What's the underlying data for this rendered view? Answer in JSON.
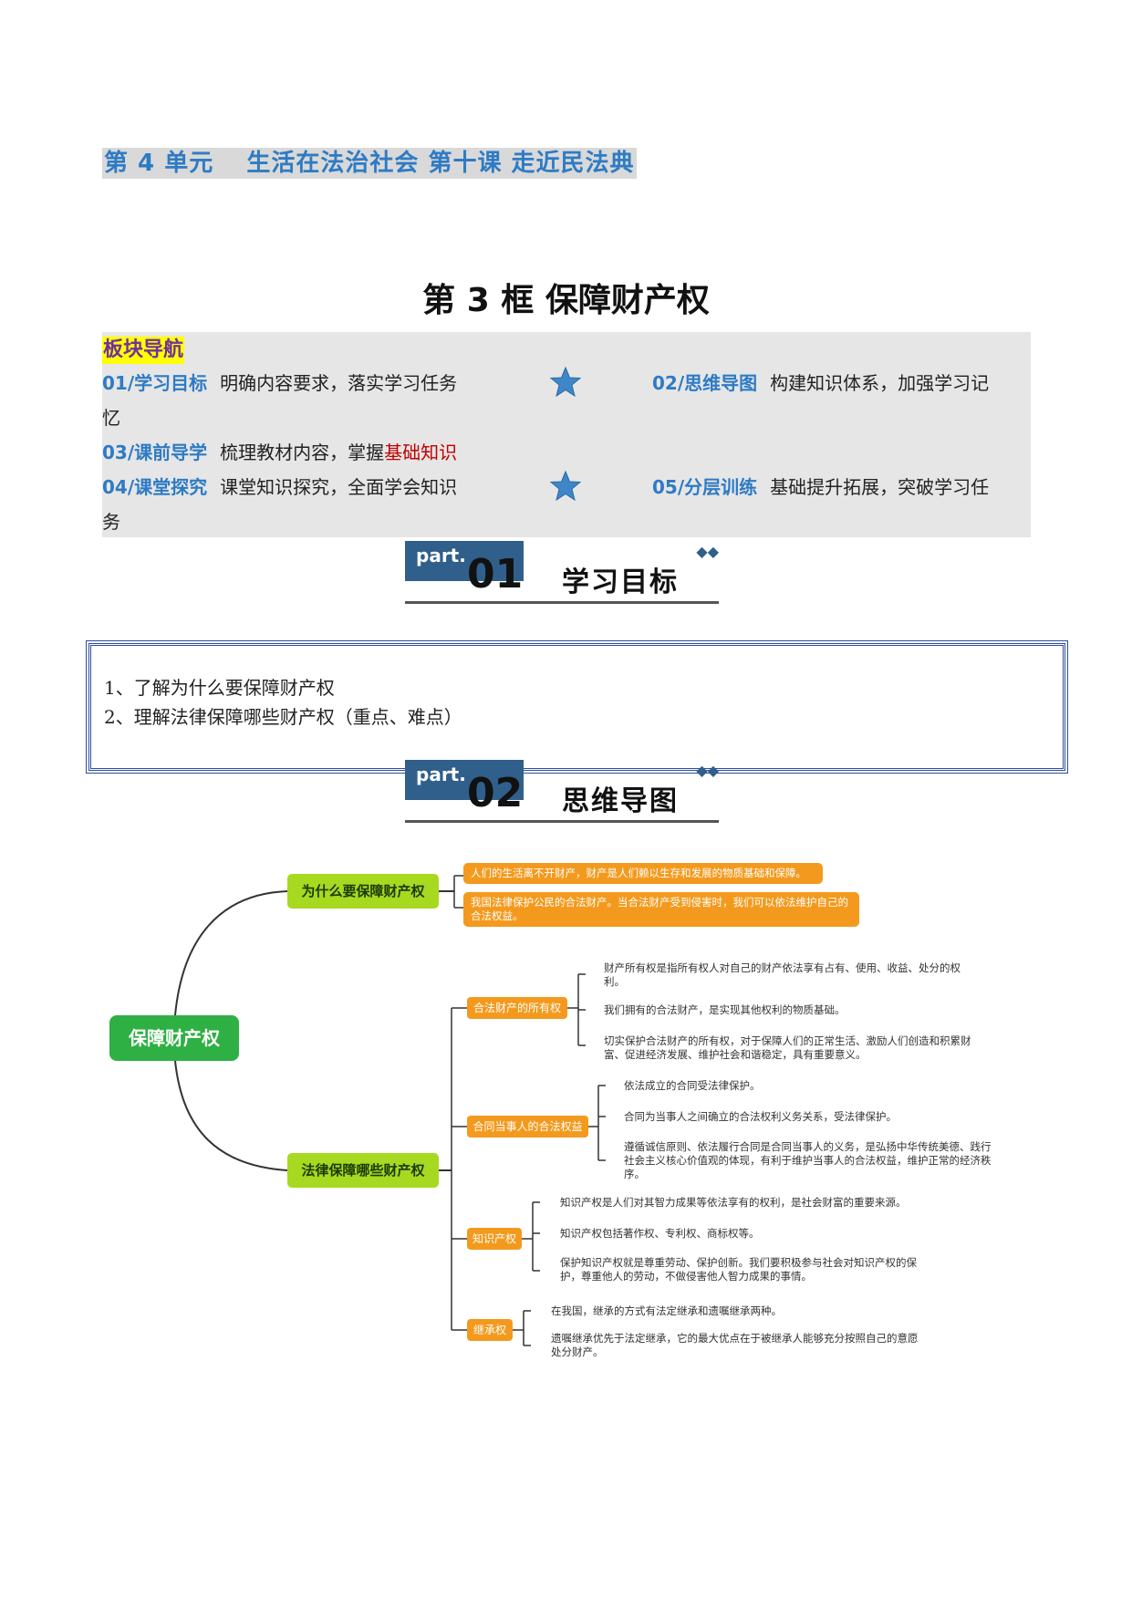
{
  "header": {
    "unit_title_a": "第 4 单元",
    "unit_title_b": "生活在法治社会  第十课  走近民法典",
    "lesson_title": "第 3 框    保障财产权"
  },
  "nav": {
    "heading": "板块导航",
    "item1_code": "01/学习目标",
    "item1_text": "明确内容要求，落实学习任务",
    "item2_code": "02/思维导图",
    "item2_text_a": "构建知识体系，加强学习记",
    "item2_text_b": "忆",
    "item3_code": "03/课前导学",
    "item3_text": "梳理教材内容，掌握",
    "item3_text_red": "基础知识",
    "item4_code": "04/课堂探究",
    "item4_text": "课堂知识探究，全面学会知识",
    "item5_code": "05/分层训练",
    "item5_text_a": "基础提升拓展，突破学习任",
    "item5_text_b": "务"
  },
  "part1": {
    "label": "part.",
    "num": "01",
    "title": "学习目标"
  },
  "goals": [
    "1、了解为什么要保障财产权",
    "2、理解法律保障哪些财产权（重点、难点）"
  ],
  "part2": {
    "label": "part.",
    "num": "02",
    "title": "思维导图"
  },
  "mindmap": {
    "root": "保障财产权",
    "why": {
      "label": "为什么要保障财产权",
      "points": [
        "人们的生活离不开财产，财产是人们赖以生存和发展的物质基础和保障。",
        "我国法律保护公民的合法财产。当合法财产受到侵害时，我们可以依法维护自己的合法权益。"
      ]
    },
    "what": {
      "label": "法律保障哪些财产权",
      "ownership": {
        "label": "合法财产的所有权",
        "leaves": [
          "财产所有权是指所有权人对自己的财产依法享有占有、使用、收益、处分的权利。",
          "我们拥有的合法财产，是实现其他权利的物质基础。",
          "切实保护合法财产的所有权，对于保障人们的正常生活、激励人们创造和积累财富、促进经济发展、维护社会和谐稳定，具有重要意义。"
        ]
      },
      "contract": {
        "label": "合同当事人的合法权益",
        "leaves": [
          "依法成立的合同受法律保护。",
          "合同为当事人之间确立的合法权利义务关系，受法律保护。",
          "遵循诚信原则、依法履行合同是合同当事人的义务，是弘扬中华传统美德、践行社会主义核心价值观的体现，有利于维护当事人的合法权益，维护正常的经济秩序。"
        ]
      },
      "ip": {
        "label": "知识产权",
        "leaves": [
          "知识产权是人们对其智力成果等依法享有的权利，是社会财富的重要来源。",
          "知识产权包括著作权、专利权、商标权等。",
          "保护知识产权就是尊重劳动、保护创新。我们要积极参与社会对知识产权的保护，尊重他人的劳动，不做侵害他人智力成果的事情。"
        ]
      },
      "inherit": {
        "label": "继承权",
        "leaves": [
          "在我国，继承的方式有法定继承和遗嘱继承两种。",
          "遗嘱继承优先于法定继承，它的最大优点在于被继承人能够充分按照自己的意愿处分财产。"
        ]
      }
    }
  },
  "colors": {
    "accent_blue": "#2e7bc4",
    "orange": "#f39a1e",
    "green": "#2fb044",
    "lime": "#a6d91f"
  }
}
